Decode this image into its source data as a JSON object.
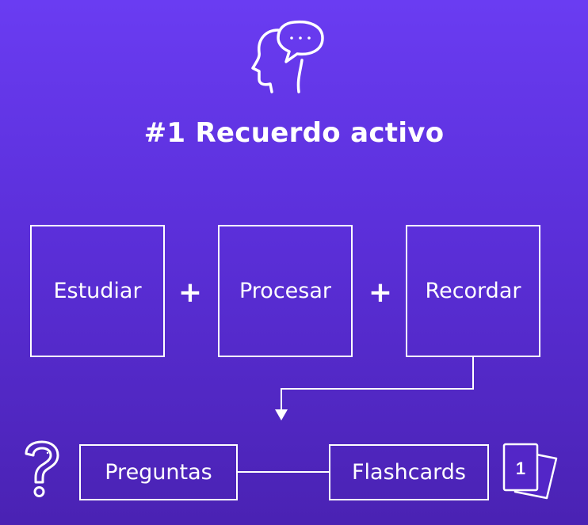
{
  "title": "#1 Recuerdo activo",
  "steps": [
    {
      "label": "Estudiar"
    },
    {
      "label": "Procesar"
    },
    {
      "label": "Recordar"
    }
  ],
  "operator": "+",
  "results": [
    {
      "label": "Preguntas"
    },
    {
      "label": "Flashcards"
    }
  ],
  "flashcard_number": "1",
  "icons": [
    "head-speech-bubble-icon",
    "question-mark-icon",
    "flashcards-icon"
  ],
  "colors": {
    "background_top": "#6a3cf2",
    "background_bottom": "#4a22b3",
    "foreground": "#ffffff"
  }
}
